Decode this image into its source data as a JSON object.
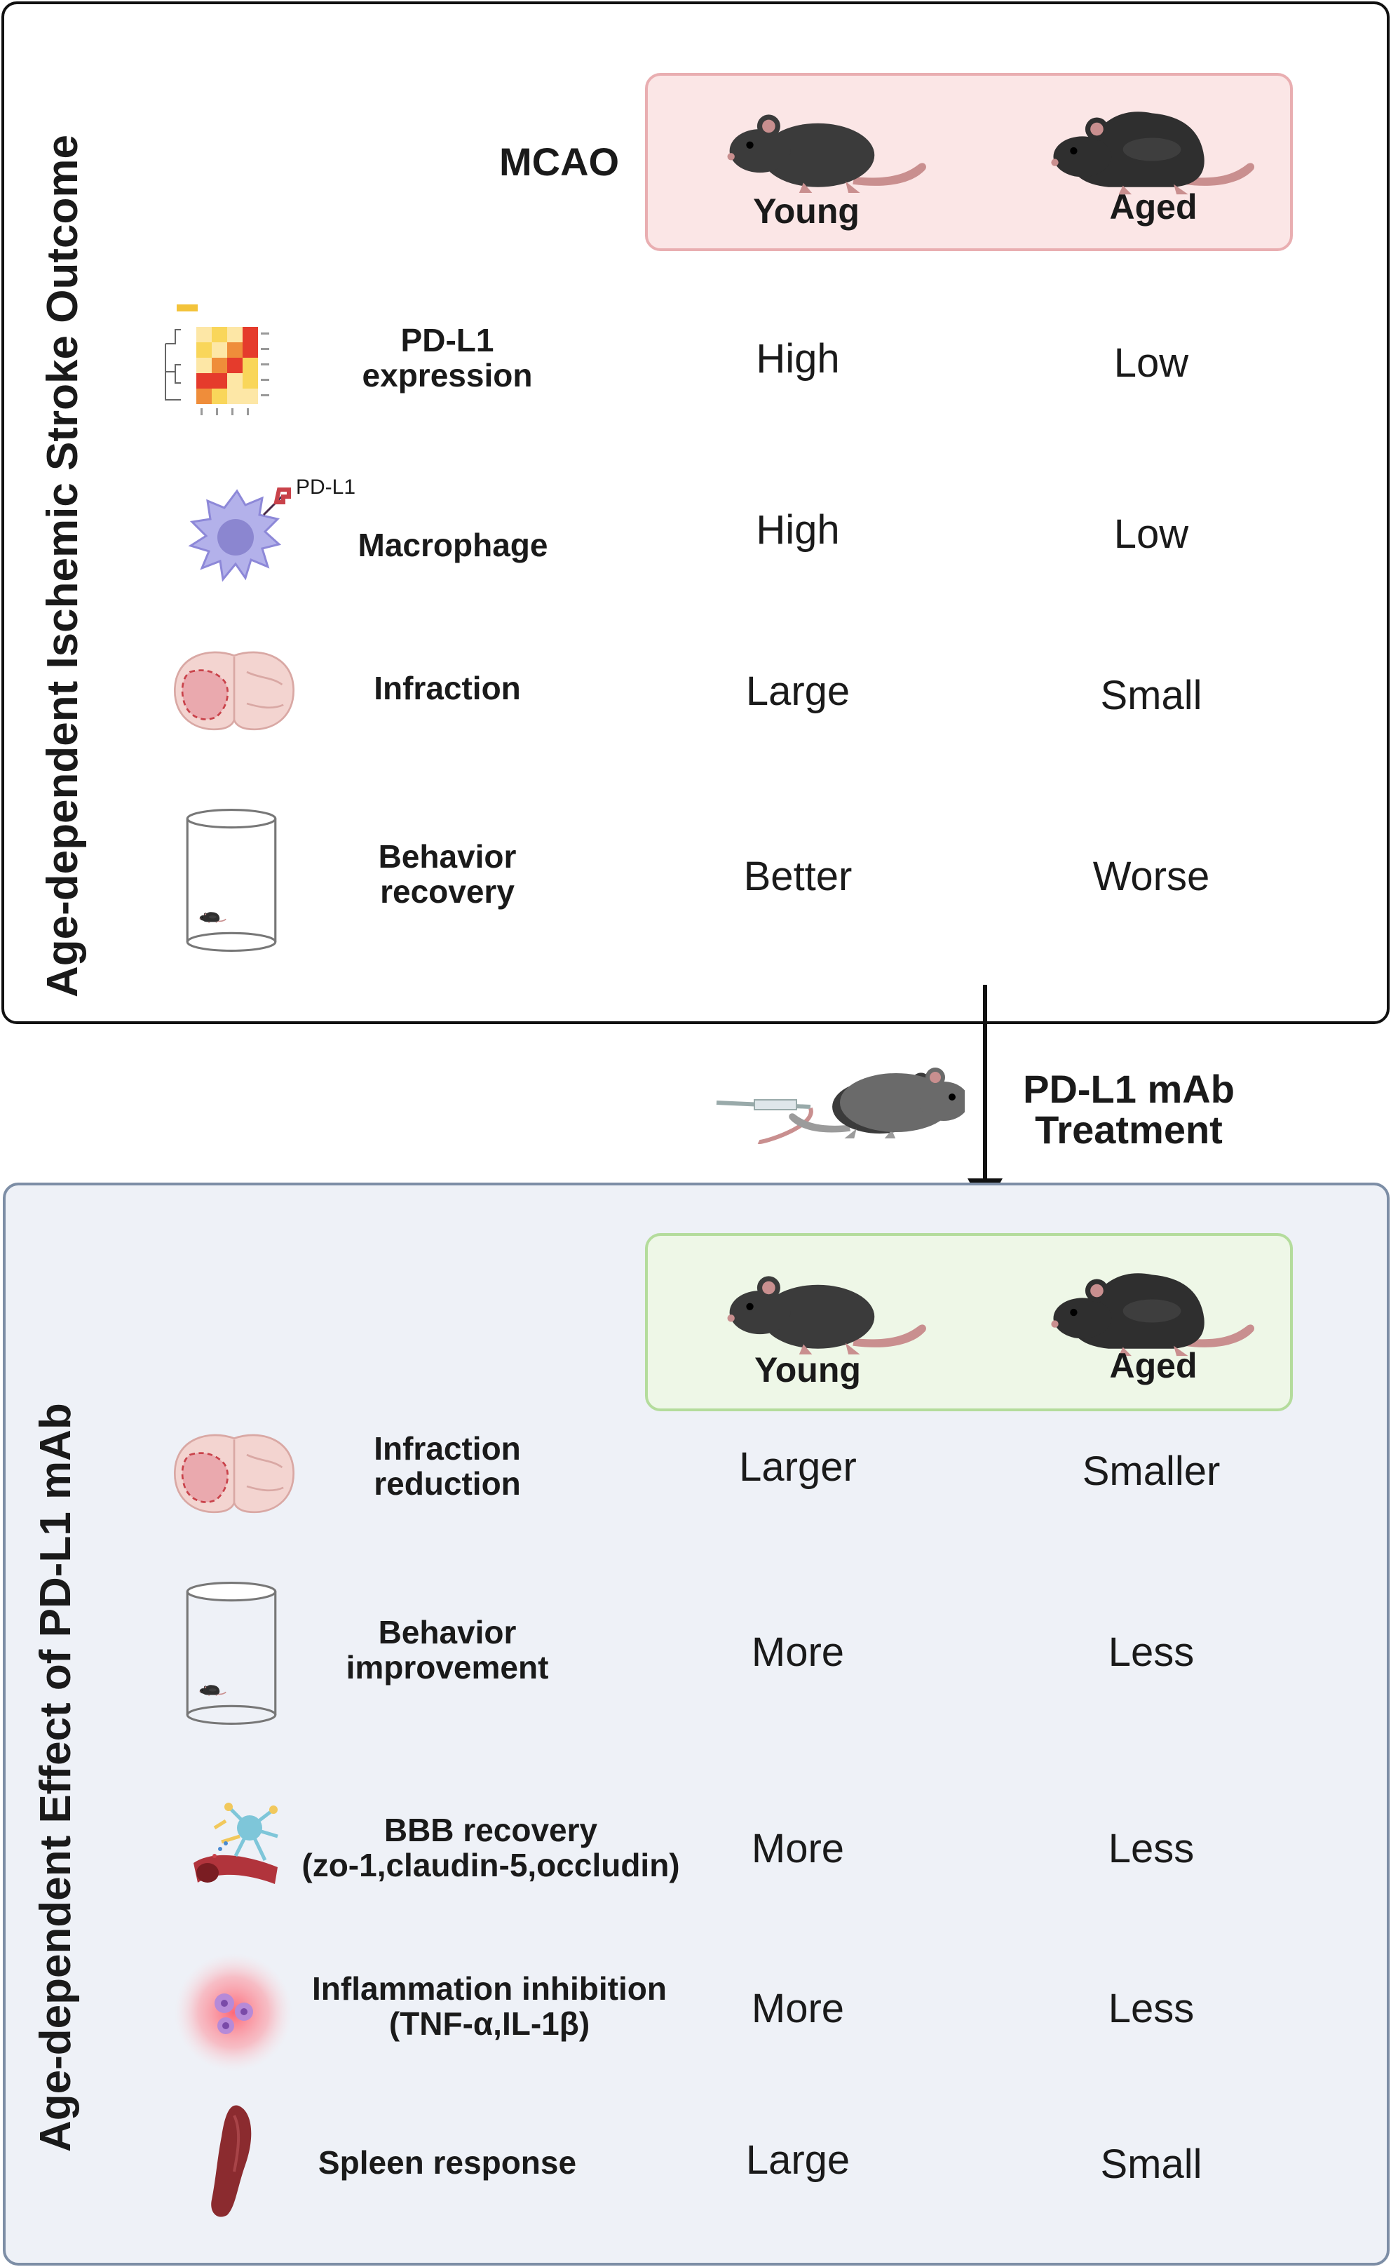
{
  "top_panel": {
    "title": "Age-dependent Ischemic Stroke Outcome",
    "model_label": "MCAO",
    "groups": [
      "Young",
      "Aged"
    ],
    "rows": [
      {
        "label_lines": [
          "PD-L1",
          "expression"
        ],
        "young": "High",
        "aged": "Low",
        "icon": "heatmap-icon"
      },
      {
        "label_lines": [
          "Macrophage"
        ],
        "young": "High",
        "aged": "Low",
        "icon": "macrophage-icon"
      },
      {
        "label_lines": [
          "Infraction"
        ],
        "young": "Large",
        "aged": "Small",
        "icon": "brain-section-icon"
      },
      {
        "label_lines": [
          "Behavior",
          "recovery"
        ],
        "young": "Better",
        "aged": "Worse",
        "icon": "cylinder-test-icon"
      }
    ],
    "macrophage_tag": "PD-L1"
  },
  "treatment": {
    "label_lines": [
      "PD-L1 mAb",
      "Treatment"
    ],
    "icon": "mouse-injection-icon"
  },
  "bottom_panel": {
    "title": "Age-dependent Effect of PD-L1 mAb",
    "groups": [
      "Young",
      "Aged"
    ],
    "rows": [
      {
        "label_lines": [
          "Infraction",
          "reduction"
        ],
        "young": "Larger",
        "aged": "Smaller",
        "icon": "brain-section-icon"
      },
      {
        "label_lines": [
          "Behavior",
          "improvement"
        ],
        "young": "More",
        "aged": "Less",
        "icon": "cylinder-test-icon"
      },
      {
        "label_lines": [
          "BBB recovery",
          "(zo-1,claudin-5,occludin)"
        ],
        "young": "More",
        "aged": "Less",
        "icon": "neurovascular-unit-icon"
      },
      {
        "label_lines": [
          "Inflammation inhibition",
          "(TNF-α,IL-1β)"
        ],
        "young": "More",
        "aged": "Less",
        "icon": "inflamed-cells-icon"
      },
      {
        "label_lines": [
          "Spleen response"
        ],
        "young": "Large",
        "aged": "Small",
        "icon": "spleen-icon"
      }
    ]
  },
  "colors": {
    "mcao_box_fill": "#fbe6e6",
    "mcao_box_border": "#e9aeb1",
    "treat_box_fill": "#eef7e7",
    "treat_box_border": "#b4dc9c",
    "bottom_panel_fill": "#eef1f7",
    "bottom_panel_border": "#7d8ea6"
  }
}
